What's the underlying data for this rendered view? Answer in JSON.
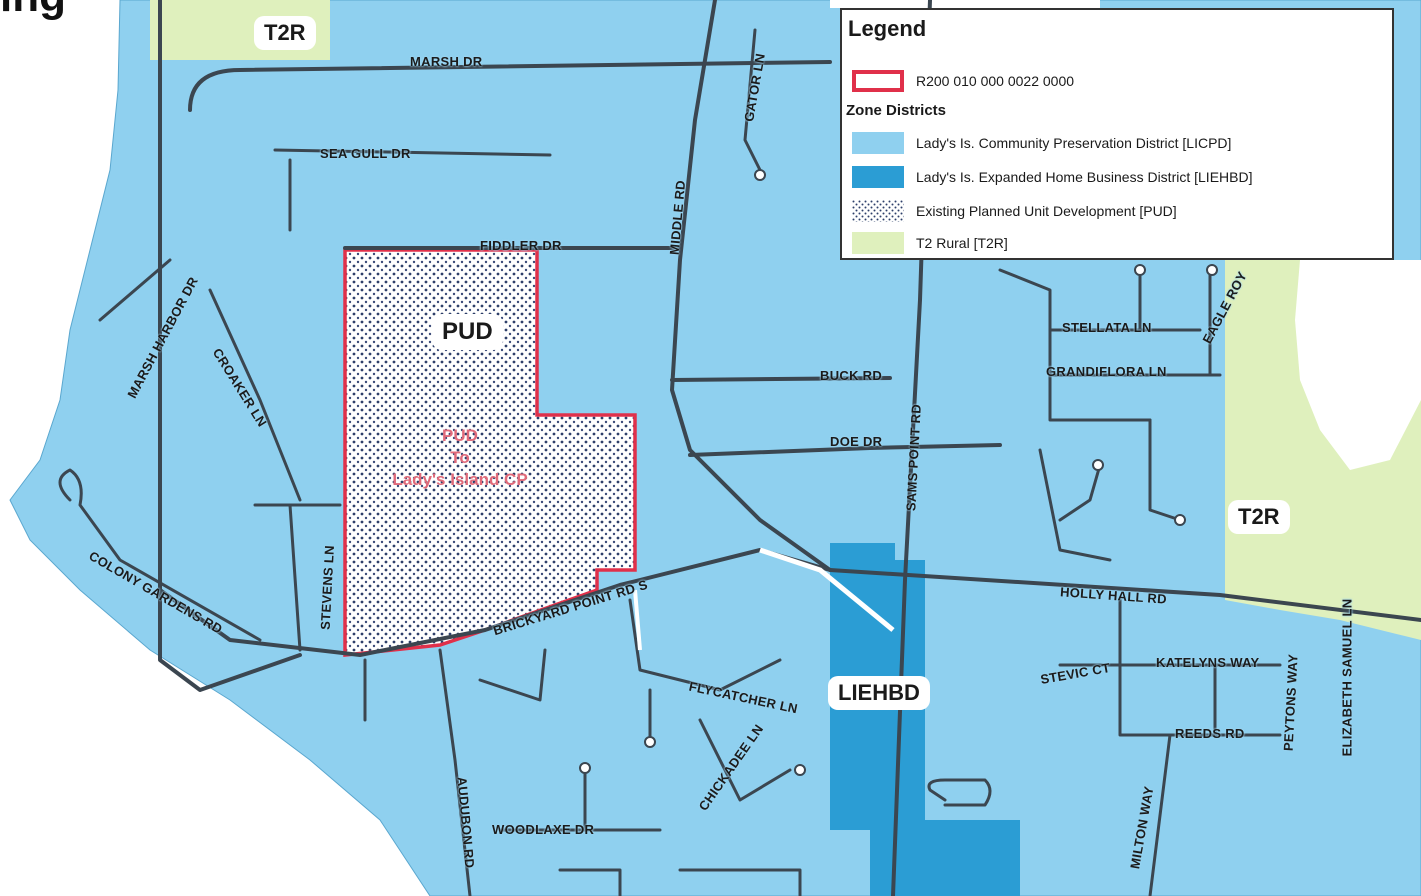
{
  "title_fragment": "ing",
  "zones": {
    "pud_label": "PUD",
    "liehbd_label": "LIEHBD",
    "t2r_label_top": "T2R",
    "t2r_label_right": "T2R"
  },
  "pud_note": {
    "line1": "PUD",
    "line2": "To",
    "line3": "Lady's Island CP"
  },
  "legend": {
    "title": "Legend",
    "parcel": "R200 010 000 0022 0000",
    "subtitle": "Zone Districts",
    "items": [
      {
        "label": "Lady's Is. Community Preservation District [LICPD]",
        "color": "#8fd0ef"
      },
      {
        "label": "Lady's Is. Expanded Home Business District [LIEHBD]",
        "color": "#2b9dd4"
      },
      {
        "label": "Existing Planned Unit Development [PUD]",
        "color": "#ffffff"
      },
      {
        "label": "T2 Rural [T2R]",
        "color": "#dff0bd"
      }
    ],
    "parcel_color": "#e0304a"
  },
  "roads": {
    "marsh_dr": "MARSH DR",
    "sea_gull_dr": "SEA GULL DR",
    "fiddler_dr": "FIDDLER DR",
    "middle_rd": "MIDDLE RD",
    "gator_ln": "GATOR LN",
    "marsh_harbor_dr": "MARSH HARBOR DR",
    "croaker_ln": "CROAKER LN",
    "buck_rd": "BUCK RD",
    "doe_dr": "DOE DR",
    "sams_point_rd": "SAMS POINT RD",
    "stellata_ln": "STELLATA LN",
    "grandiflora_ln": "GRANDIFLORA LN",
    "eagle_roy": "EAGLE ROY",
    "colony_gardens_rd": "COLONY GARDENS RD",
    "stevens_ln": "STEVENS LN",
    "brickyard_point_rd_s": "BRICKYARD POINT RD S",
    "holly_hall_rd": "HOLLY HALL RD",
    "flycatcher_ln": "FLYCATCHER LN",
    "chickadee_ln": "CHICKADEE LN",
    "stevic_ct": "STEVIC CT",
    "katelyns_way": "KATELYNS WAY",
    "reeds_rd": "REEDS RD",
    "peytons_way": "PEYTONS WAY",
    "elizabeth_samuel_ln": "ELIZABETH SAMUEL LN",
    "audubon_rd": "AUDUBON RD",
    "woodlaxe_dr": "WOODLAXE DR",
    "milton_way": "MILTON WAY"
  }
}
